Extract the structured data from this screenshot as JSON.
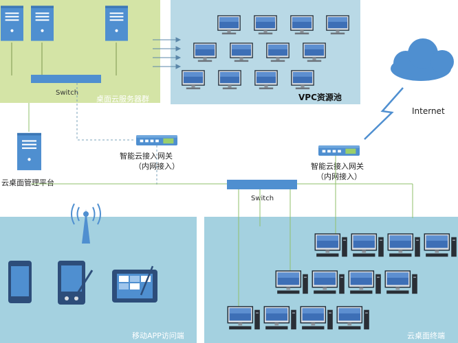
{
  "regions": {
    "server_cluster": "桌面云服务器群",
    "vpc_pool": "VPC资源池",
    "mobile_access": "移动APP访问端",
    "cloud_terminal": "云桌面终端"
  },
  "switch_top": "Switch",
  "switch_mid": "Switch",
  "mgmt_platform": "云桌面管理平台",
  "internet": "Internet",
  "gateway_left": {
    "title": "智能云接入网关",
    "sub": "（内网接入）"
  },
  "gateway_right": {
    "title": "智能云接入网关",
    "sub": "（内网接入）"
  },
  "colors": {
    "server_bg": "#d4e4a6",
    "vpc_bg": "#b9d9e6",
    "mobile_bg": "#a4d1e0",
    "terminal_bg": "#a4d1e0",
    "device_blue": "#4f8fd0",
    "line_green": "#8fbf6a"
  }
}
